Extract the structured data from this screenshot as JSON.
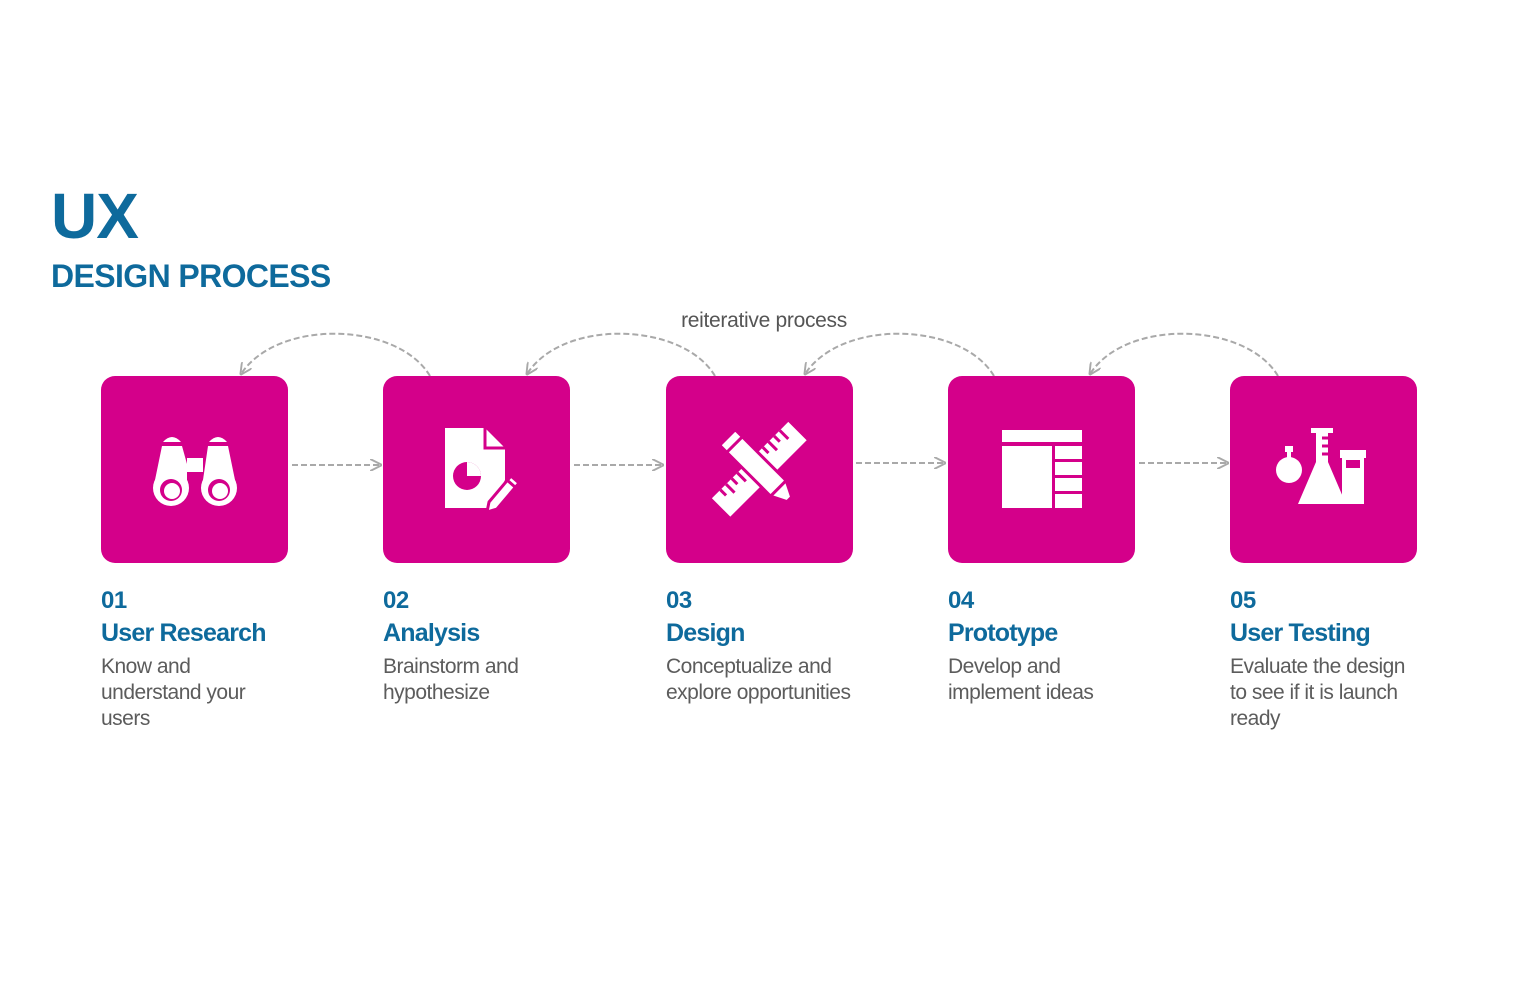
{
  "header": {
    "title": "UX",
    "subtitle": "DESIGN PROCESS"
  },
  "reiterative_label": "reiterative process",
  "colors": {
    "tile": "#d4008a",
    "heading": "#0e6a9c",
    "body_text": "#5c5c5c",
    "connector": "#a9a9a9",
    "icon": "#ffffff"
  },
  "steps": [
    {
      "number": "01",
      "name": "User Research",
      "description": "Know and understand your users",
      "icon": "binoculars-icon"
    },
    {
      "number": "02",
      "name": "Analysis",
      "description": "Brainstorm and hypothesize",
      "icon": "document-chart-icon"
    },
    {
      "number": "03",
      "name": "Design",
      "description": "Conceptualize and explore opportunities",
      "icon": "pencil-ruler-icon"
    },
    {
      "number": "04",
      "name": "Prototype",
      "description": "Develop and implement ideas",
      "icon": "layout-wireframe-icon"
    },
    {
      "number": "05",
      "name": "User Testing",
      "description": "Evaluate the design to see if it is launch ready",
      "icon": "lab-flasks-icon"
    }
  ]
}
